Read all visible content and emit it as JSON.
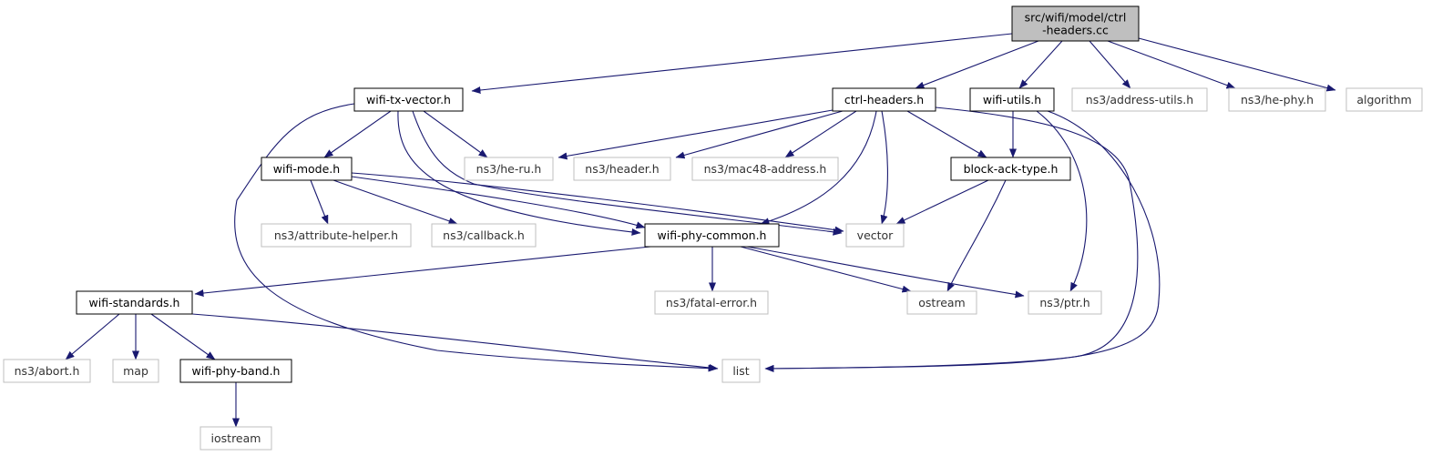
{
  "diagram": {
    "type": "include-dependency-graph",
    "colors": {
      "edge": "#191970",
      "root_fill": "#bfbfbf",
      "local_stroke": "#000000",
      "external_stroke": "#bfbfbf",
      "external_text": "#333333"
    },
    "nodes": {
      "root": {
        "lines": [
          "src/wifi/model/ctrl",
          "-headers.cc"
        ],
        "kind": "root"
      },
      "wifi_tx_vector": {
        "lines": [
          "wifi-tx-vector.h"
        ],
        "kind": "local"
      },
      "ctrl_headers_h": {
        "lines": [
          "ctrl-headers.h"
        ],
        "kind": "local"
      },
      "wifi_utils": {
        "lines": [
          "wifi-utils.h"
        ],
        "kind": "local"
      },
      "address_utils": {
        "lines": [
          "ns3/address-utils.h"
        ],
        "kind": "external"
      },
      "he_phy": {
        "lines": [
          "ns3/he-phy.h"
        ],
        "kind": "external"
      },
      "algorithm": {
        "lines": [
          "algorithm"
        ],
        "kind": "external"
      },
      "wifi_mode": {
        "lines": [
          "wifi-mode.h"
        ],
        "kind": "local"
      },
      "he_ru": {
        "lines": [
          "ns3/he-ru.h"
        ],
        "kind": "external"
      },
      "header": {
        "lines": [
          "ns3/header.h"
        ],
        "kind": "external"
      },
      "mac48": {
        "lines": [
          "ns3/mac48-address.h"
        ],
        "kind": "external"
      },
      "block_ack_type": {
        "lines": [
          "block-ack-type.h"
        ],
        "kind": "local"
      },
      "attribute_helper": {
        "lines": [
          "ns3/attribute-helper.h"
        ],
        "kind": "external"
      },
      "callback": {
        "lines": [
          "ns3/callback.h"
        ],
        "kind": "external"
      },
      "wifi_phy_common": {
        "lines": [
          "wifi-phy-common.h"
        ],
        "kind": "local"
      },
      "vector": {
        "lines": [
          "vector"
        ],
        "kind": "external"
      },
      "wifi_standards": {
        "lines": [
          "wifi-standards.h"
        ],
        "kind": "local"
      },
      "fatal_error": {
        "lines": [
          "ns3/fatal-error.h"
        ],
        "kind": "external"
      },
      "ostream": {
        "lines": [
          "ostream"
        ],
        "kind": "external"
      },
      "ptr": {
        "lines": [
          "ns3/ptr.h"
        ],
        "kind": "external"
      },
      "abort": {
        "lines": [
          "ns3/abort.h"
        ],
        "kind": "external"
      },
      "map": {
        "lines": [
          "map"
        ],
        "kind": "external"
      },
      "wifi_phy_band": {
        "lines": [
          "wifi-phy-band.h"
        ],
        "kind": "local"
      },
      "list": {
        "lines": [
          "list"
        ],
        "kind": "external"
      },
      "iostream": {
        "lines": [
          "iostream"
        ],
        "kind": "external"
      }
    },
    "edges": [
      [
        "root",
        "wifi_tx_vector"
      ],
      [
        "root",
        "ctrl_headers_h"
      ],
      [
        "root",
        "wifi_utils"
      ],
      [
        "root",
        "address_utils"
      ],
      [
        "root",
        "he_phy"
      ],
      [
        "root",
        "algorithm"
      ],
      [
        "wifi_tx_vector",
        "wifi_mode"
      ],
      [
        "wifi_tx_vector",
        "he_ru"
      ],
      [
        "wifi_tx_vector",
        "wifi_phy_common"
      ],
      [
        "wifi_tx_vector",
        "vector"
      ],
      [
        "wifi_tx_vector",
        "list"
      ],
      [
        "ctrl_headers_h",
        "he_ru"
      ],
      [
        "ctrl_headers_h",
        "header"
      ],
      [
        "ctrl_headers_h",
        "mac48"
      ],
      [
        "ctrl_headers_h",
        "block_ack_type"
      ],
      [
        "ctrl_headers_h",
        "wifi_phy_common"
      ],
      [
        "ctrl_headers_h",
        "vector"
      ],
      [
        "ctrl_headers_h",
        "list"
      ],
      [
        "wifi_utils",
        "block_ack_type"
      ],
      [
        "wifi_utils",
        "ptr"
      ],
      [
        "wifi_utils",
        "list"
      ],
      [
        "wifi_mode",
        "attribute_helper"
      ],
      [
        "wifi_mode",
        "callback"
      ],
      [
        "wifi_mode",
        "wifi_phy_common"
      ],
      [
        "wifi_mode",
        "vector"
      ],
      [
        "block_ack_type",
        "vector"
      ],
      [
        "block_ack_type",
        "ostream"
      ],
      [
        "wifi_phy_common",
        "wifi_standards"
      ],
      [
        "wifi_phy_common",
        "fatal_error"
      ],
      [
        "wifi_phy_common",
        "ostream"
      ],
      [
        "wifi_phy_common",
        "ptr"
      ],
      [
        "wifi_standards",
        "abort"
      ],
      [
        "wifi_standards",
        "map"
      ],
      [
        "wifi_standards",
        "wifi_phy_band"
      ],
      [
        "wifi_standards",
        "list"
      ],
      [
        "wifi_phy_band",
        "iostream"
      ]
    ]
  }
}
